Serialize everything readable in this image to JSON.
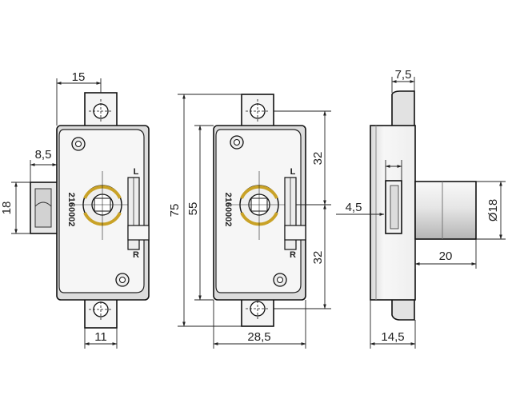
{
  "dimensions": {
    "front_left": {
      "plate_width": "15",
      "bolt_offset": "8,5",
      "bolt_height": "18",
      "bottom_width": "11",
      "stamp": "2160002",
      "marks": [
        "L",
        "R"
      ]
    },
    "front_right": {
      "total_height": "75",
      "body_height": "55",
      "upper_half": "32",
      "lower_half": "32",
      "body_width": "28,5",
      "stamp": "2160002",
      "marks": [
        "L",
        "R"
      ]
    },
    "side": {
      "flange": "7,5",
      "cam_offset": "4,5",
      "cylinder_diameter": "Ø18",
      "cylinder_length": "20",
      "body_depth": "14,5"
    }
  },
  "colors": {
    "line": "#111111",
    "body_fill": "#f4f4f4",
    "shadow": "#c9c9c9",
    "brass": "#c9a227"
  },
  "icons": [
    "screw-hole-icon",
    "cross-mount-icon"
  ]
}
